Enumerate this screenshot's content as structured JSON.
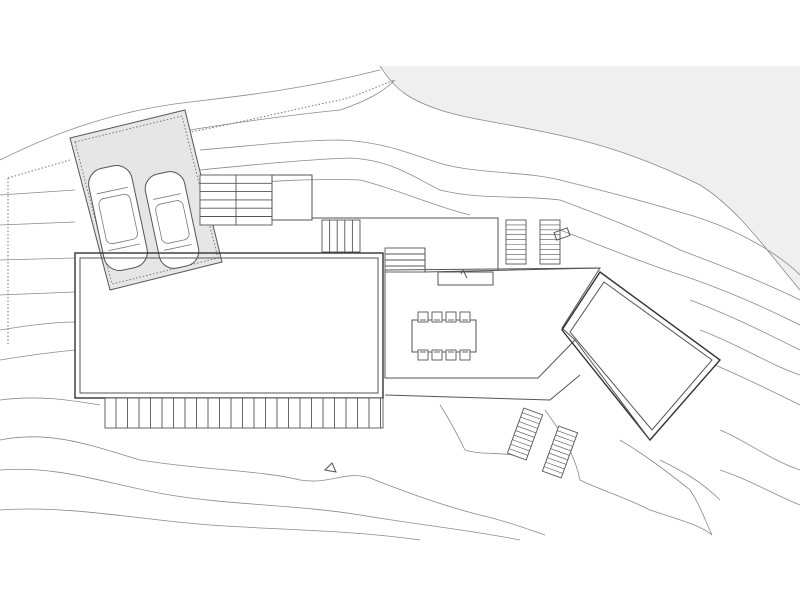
{
  "drawing": {
    "type": "architectural-site-plan",
    "colors": {
      "background": "#ffffff",
      "line": "#555555",
      "water": "#ededed",
      "parking": "#e4e4e4"
    },
    "features": [
      "water-body",
      "contour-lines",
      "parking-pad-with-two-cars",
      "exterior-stair",
      "pool",
      "pool-terrace-slats",
      "main-terrace",
      "dining-table-with-chairs",
      "sun-loungers",
      "roofed-wing"
    ]
  }
}
